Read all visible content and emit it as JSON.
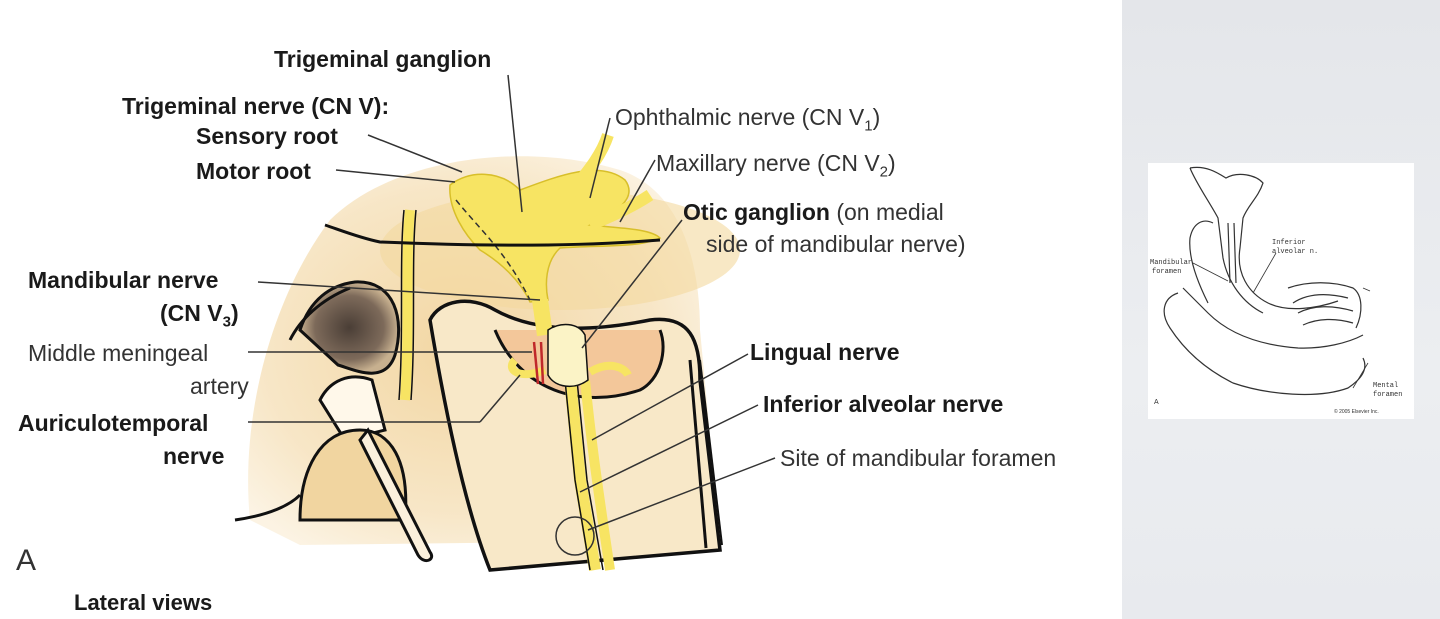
{
  "labels": {
    "trigeminal_ganglion": "Trigeminal ganglion",
    "trigeminal_nerve": "Trigeminal nerve (CN V):",
    "sensory_root": "Sensory root",
    "motor_root": "Motor root",
    "ophthalmic_nerve": "Ophthalmic nerve (CN V",
    "ophthalmic_sub": "1",
    "maxillary_nerve": "Maxillary nerve (CN V",
    "maxillary_sub": "2",
    "otic_ganglion": "Otic ganglion",
    "otic_note_1": "(on medial",
    "otic_note_2": "side of mandibular nerve)",
    "mandibular_nerve": "Mandibular nerve",
    "mandibular_cn": "(CN V",
    "mandibular_sub": "3",
    "middle_meningeal_1": "Middle meningeal",
    "middle_meningeal_2": "artery",
    "lingual_nerve": "Lingual nerve",
    "inferior_alveolar_nerve": "Inferior alveolar nerve",
    "auriculotemporal_1": "Auriculotemporal",
    "auriculotemporal_2": "nerve",
    "mandibular_foramen_site": "Site of mandibular foramen",
    "panel_letter": "A",
    "caption": "Lateral views"
  },
  "thumbnail": {
    "label_inferior_alveolar_1": "Inferior",
    "label_inferior_alveolar_2": "alveolar n.",
    "label_mandibular_foramen_1": "Mandibular",
    "label_mandibular_foramen_2": "foramen",
    "label_mental_foramen_1": "Mental",
    "label_mental_foramen_2": "foramen",
    "panel_letter": "A",
    "copyright": "© 2005 Elsevier Inc."
  },
  "colors": {
    "nerve_yellow": "#f7e463",
    "bone_tan": "#f3dcae",
    "outline": "#111111",
    "artery_red": "#c0282a",
    "side_panel_bg": "#e6e8ec"
  }
}
